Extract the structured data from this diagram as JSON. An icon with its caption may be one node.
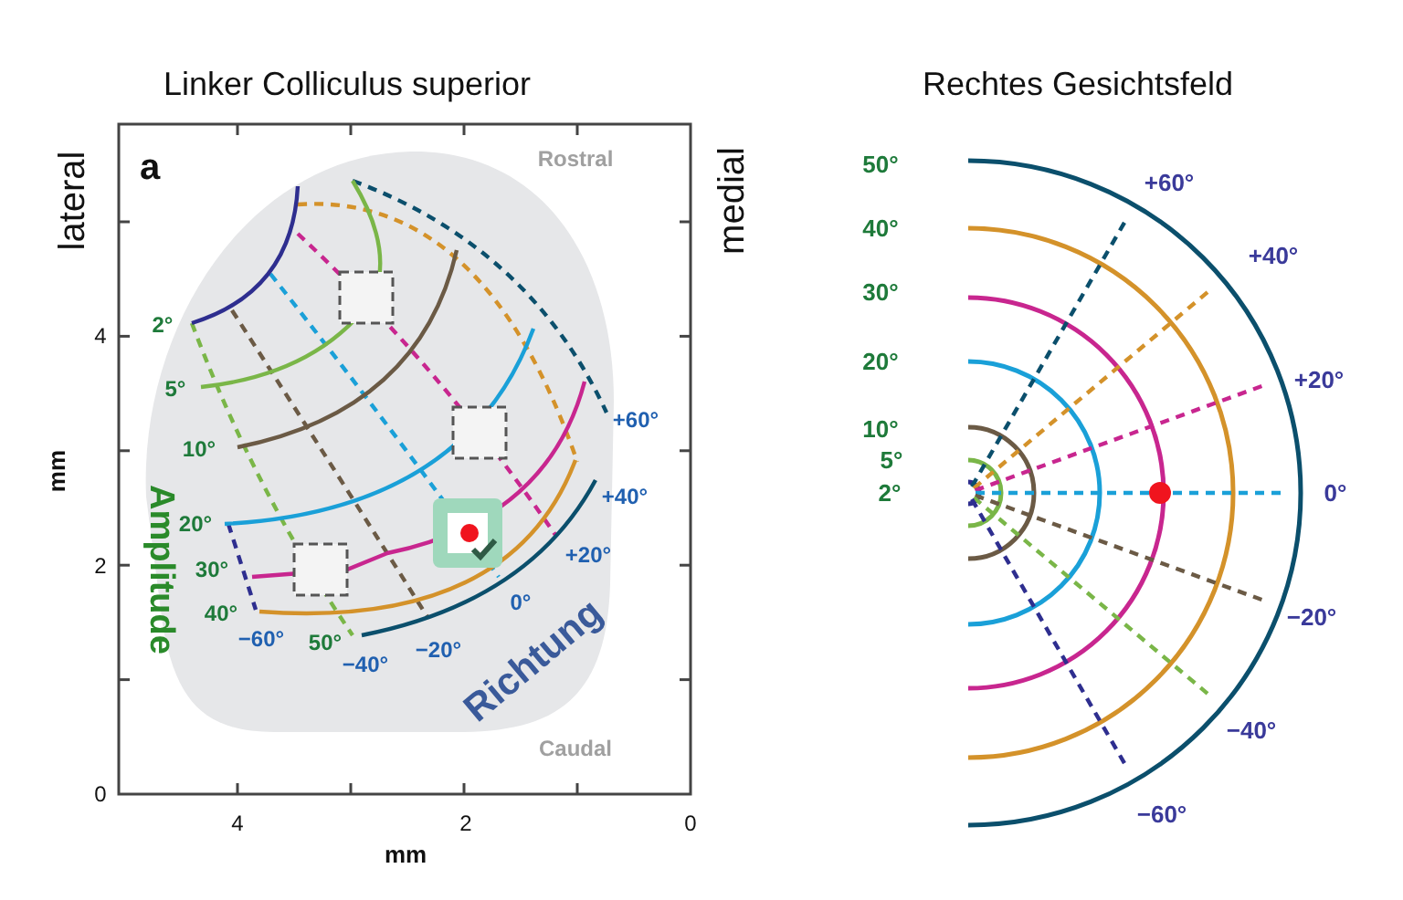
{
  "diagram": {
    "labels": [
      "Linker Colliculus superior",
      "Rechtes Gesichtsfeld",
      "a",
      "Rostral",
      "lateral",
      "medial",
      "4",
      "2",
      "0",
      "mm",
      "2°",
      "5°",
      "10°",
      "20°",
      "30°",
      "40°",
      "50°",
      "Amplitude",
      "+60°",
      "+40°",
      "+20°",
      "0°",
      "−20°",
      "−40°",
      "−60°",
      "Richtung",
      "Caudal",
      "4",
      "2",
      "0",
      "mm",
      "50°",
      "40°",
      "30°",
      "20°",
      "10°",
      "5°",
      "2°",
      "+60°",
      "+40°",
      "+20°",
      "0°",
      "−20°",
      "−40°",
      "−60°"
    ]
  }
}
